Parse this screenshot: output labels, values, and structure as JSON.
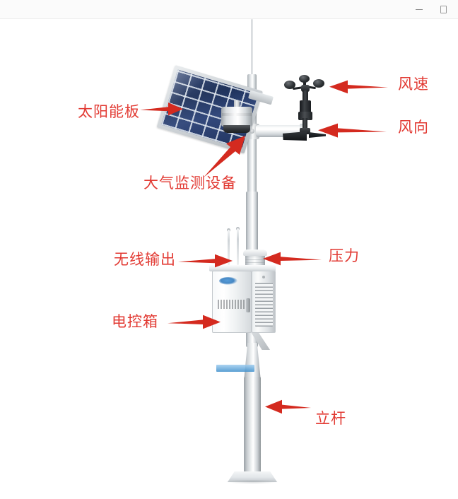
{
  "window": {
    "minimize_icon": "minimize-icon",
    "maximize_icon": "maximize-icon"
  },
  "diagram": {
    "subject": "weather-station-pole",
    "accent_color": "#e23a33",
    "arrow_color": "#d42a1f",
    "background_color": "#ffffff",
    "callouts": [
      {
        "id": "solar-panel",
        "label": "太阳能板",
        "arrow": "right",
        "target": "solar-panel"
      },
      {
        "id": "wind-speed",
        "label": "风速",
        "arrow": "left",
        "target": "anemometer"
      },
      {
        "id": "wind-direction",
        "label": "风向",
        "arrow": "left",
        "target": "wind-vane"
      },
      {
        "id": "air-monitor",
        "label": "大气监测设备",
        "arrow": "up-right",
        "target": "air-quality-sensor"
      },
      {
        "id": "wireless-output",
        "label": "无线输出",
        "arrow": "right",
        "target": "antennas"
      },
      {
        "id": "pressure",
        "label": "压力",
        "arrow": "left",
        "target": "pressure-sensor"
      },
      {
        "id": "control-box",
        "label": "电控箱",
        "arrow": "right",
        "target": "control-box"
      },
      {
        "id": "pole",
        "label": "立杆",
        "arrow": "left",
        "target": "mast"
      }
    ]
  }
}
